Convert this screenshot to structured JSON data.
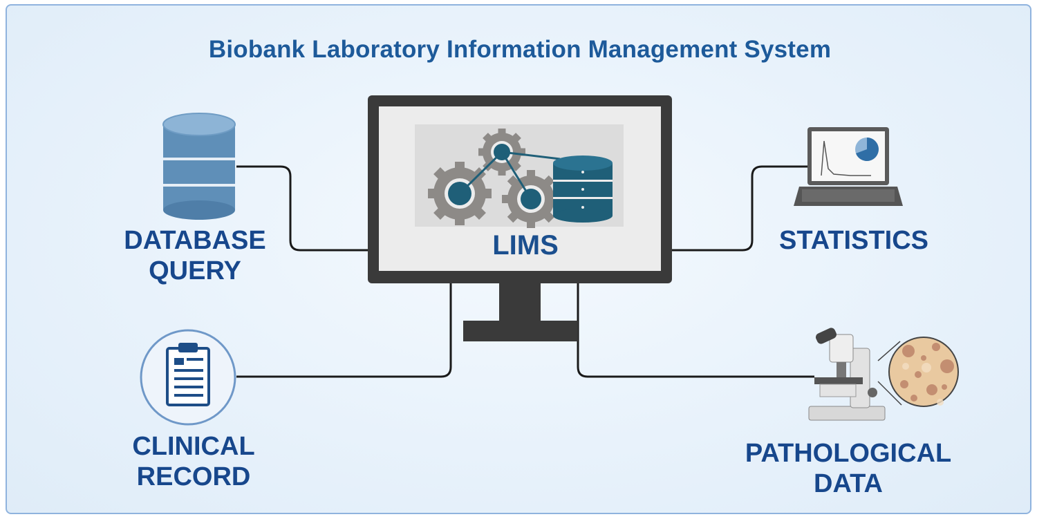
{
  "title": "Biobank Laboratory Information Management System",
  "center_label": "LIMS",
  "nodes": {
    "database_query": "DATABASE\nQUERY",
    "statistics": "STATISTICS",
    "clinical_record": "CLINICAL\nRECORD",
    "pathological_data": "PATHOLOGICAL\nDATA"
  },
  "colors": {
    "text": "#17478c",
    "accent": "#1f5f78",
    "connector": "#1a1a1a",
    "border": "#8fb3de"
  }
}
